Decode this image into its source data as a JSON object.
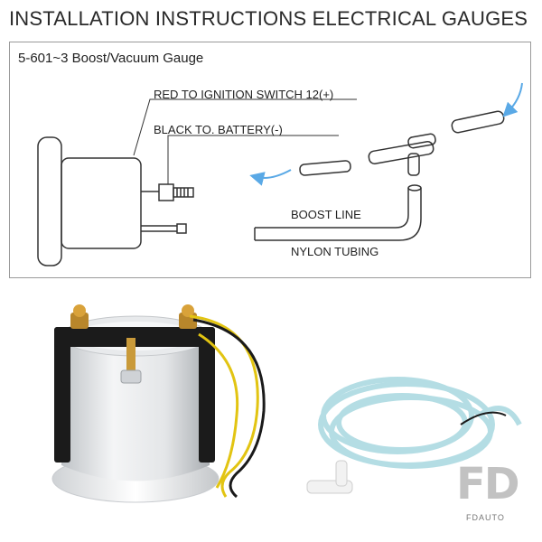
{
  "header": {
    "title": "INSTALLATION INSTRUCTIONS ELECTRICAL GAUGES"
  },
  "diagram": {
    "model_title": "5-601~3 Boost/Vacuum Gauge",
    "labels": {
      "red_wire": "RED TO IGNITION SWITCH 12(+)",
      "black_wire": "BLACK TO. BATTERY(-)",
      "boost_line": "BOOST LINE",
      "nylon_tubing": "NYLON TUBING"
    },
    "arrow_color": "#5aa9e6"
  },
  "photo": {
    "wire_colors": {
      "yellow": "#e2c412",
      "black": "#1a1a1a"
    },
    "tubing_color": "#a8d8e0"
  },
  "watermark": {
    "letters": "FD",
    "brand": "FDAUTO"
  }
}
